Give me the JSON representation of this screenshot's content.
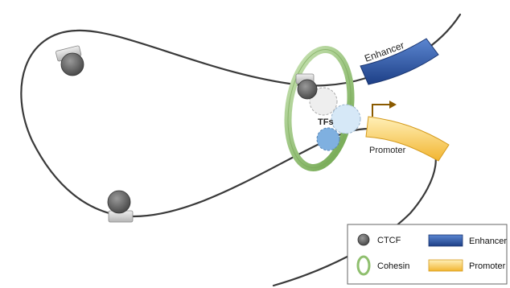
{
  "labels": {
    "enhancer": "Enhancer",
    "promoter": "Promoter",
    "tfs": "TFs"
  },
  "legend": {
    "ctcf": "CTCF",
    "cohesin": "Cohesin",
    "enhancer": "Enhancer",
    "promoter": "Promoter"
  },
  "colors": {
    "dna_strand": "#3a3a3a",
    "ctcf": "#6b6b6b",
    "ctcf_clamp": "#cfcfcf",
    "cohesin": "#8fbf6e",
    "enhancer": "#2a5aa8",
    "promoter": "#f5c84a",
    "promoter_arrow": "#8a5a00",
    "tf_grey": "#eeeeee",
    "tf_lightblue": "#d6e8f7",
    "tf_blue": "#7fb0e0"
  }
}
